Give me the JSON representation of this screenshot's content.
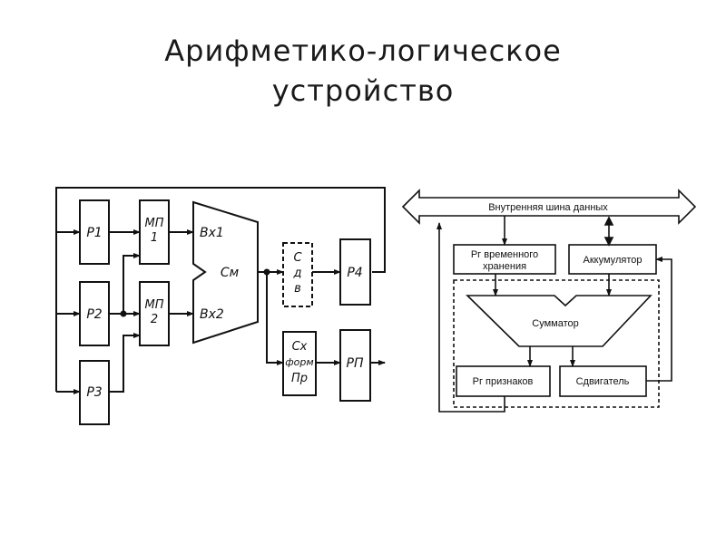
{
  "slide": {
    "title_line1": "Арифметико-логическое",
    "title_line2": "устройство"
  },
  "left_diagram": {
    "registers": {
      "p1": "Р1",
      "p2": "Р2",
      "p3": "Р3",
      "p4": "Р4",
      "pp": "РП"
    },
    "mux1": [
      "МП",
      "1"
    ],
    "mux2": [
      "МП",
      "2"
    ],
    "adder": {
      "in1": "Вх1",
      "in2": "Вх2",
      "name": "См"
    },
    "shifter": [
      "С",
      "д",
      "в"
    ],
    "flags_former": [
      "Сх",
      "форм",
      "Пр"
    ]
  },
  "right_diagram": {
    "bus_label": "Внутренняя шина данных",
    "temp_register": [
      "Рг временного",
      "хранения"
    ],
    "accumulator": "Аккумулятор",
    "adder": "Сумматор",
    "flags_register": "Рг признаков",
    "shifter": "Сдвигатель"
  }
}
